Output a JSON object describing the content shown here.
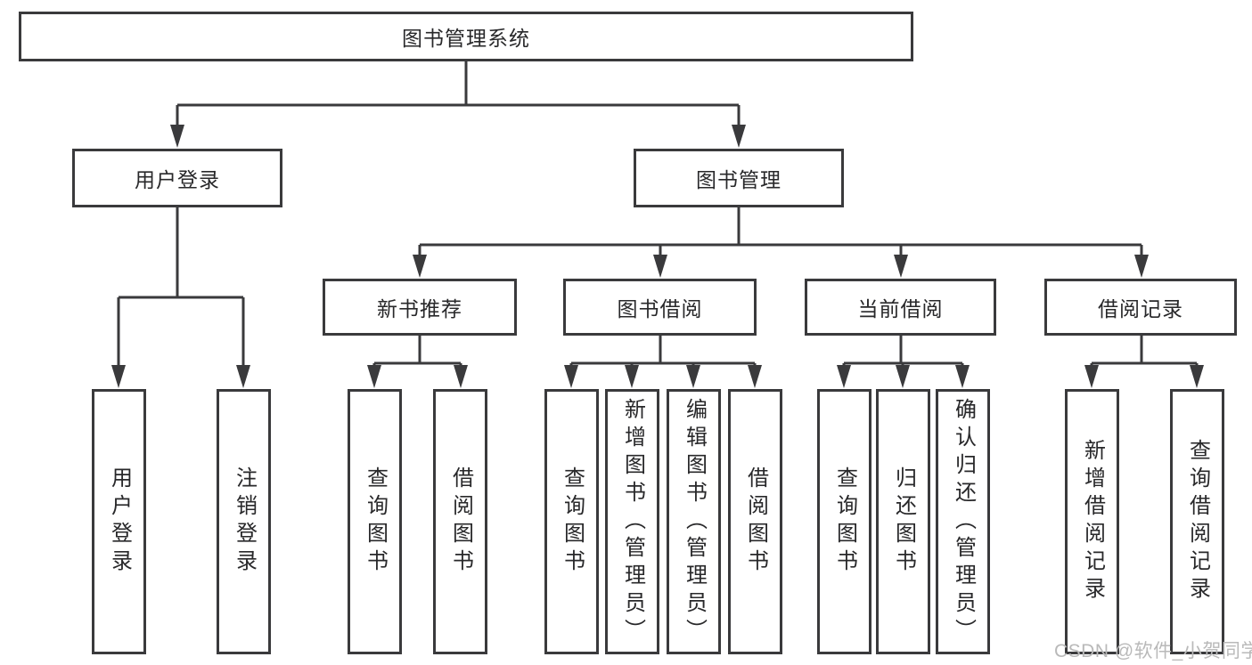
{
  "root": {
    "label": "图书管理系统"
  },
  "level2": {
    "user_login": "用户登录",
    "book_management": "图书管理"
  },
  "level3": {
    "new_books": "新书推荐",
    "book_borrow": "图书借阅",
    "current_borrow": "当前借阅",
    "borrow_records": "借阅记录"
  },
  "leaves": {
    "user_login": [
      "用户登录",
      "注销登录"
    ],
    "new_books": [
      "查询图书",
      "借阅图书"
    ],
    "book_borrow": [
      "查询图书",
      "新增图书（管理员）",
      "编辑图书（管理员）",
      "借阅图书"
    ],
    "current_borrow": [
      "查询图书",
      "归还图书",
      "确认归还（管理员）"
    ],
    "borrow_records": [
      "新增借阅记录",
      "查询借阅记录"
    ]
  },
  "watermark": "CSDN @软件_小贺同学",
  "colors": {
    "line": "#3a3a3c",
    "text": "#28282a",
    "watermark": "#b9b9b9",
    "background": "#ffffff"
  }
}
